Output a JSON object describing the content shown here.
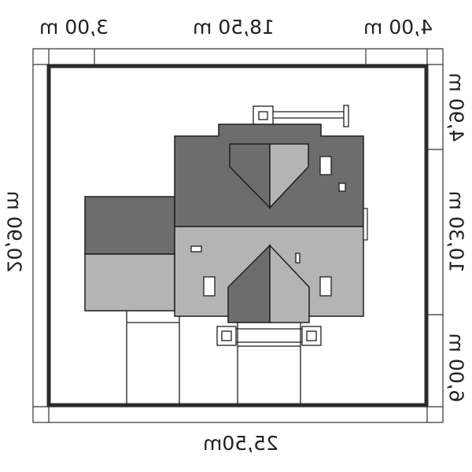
{
  "dimensions": {
    "top_left": "3,00 m",
    "top_middle": "18,50 m",
    "top_right": "4,00 m",
    "bottom": "25,50m",
    "left": "20,90 m",
    "right_top": "4,90 m",
    "right_middle": "10,30 m",
    "right_bottom": "6,00 m"
  },
  "colors": {
    "plot_border": "#2b2b2b",
    "roof_dark": "#6d6d6d",
    "roof_light": "#b4b4b4",
    "outline": "#1e1e1e"
  }
}
